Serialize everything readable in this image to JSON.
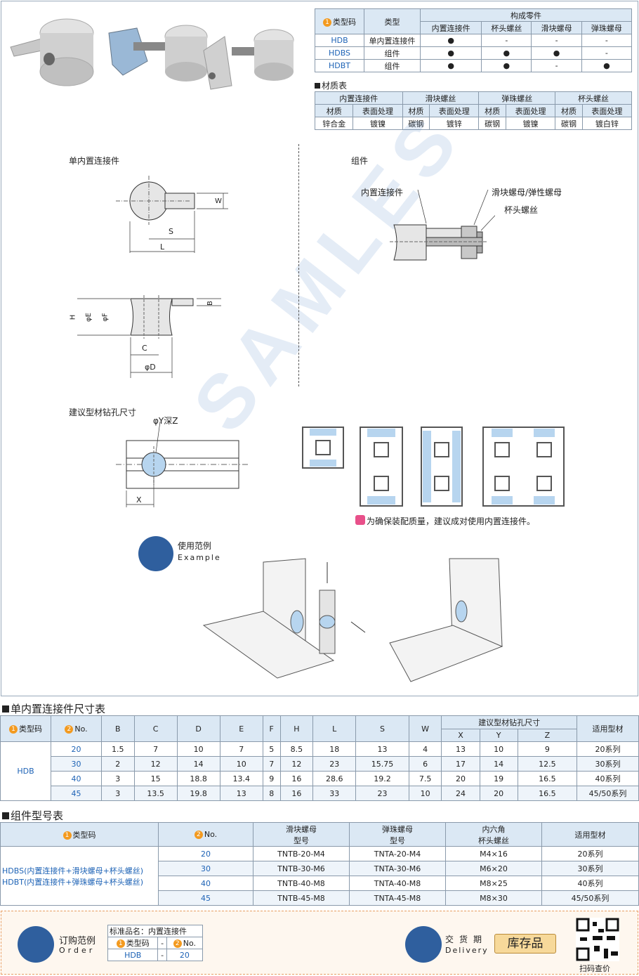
{
  "composition_table": {
    "headers": {
      "type_code": "类型码",
      "type": "类型",
      "components": "构成零件"
    },
    "sub_headers": [
      "内置连接件",
      "杯头螺丝",
      "滑块螺母",
      "弹珠螺母"
    ],
    "rows": [
      {
        "code": "HDB",
        "type": "单内置连接件",
        "cells": [
          "●",
          "-",
          "-",
          "-"
        ]
      },
      {
        "code": "HDBS",
        "type": "组件",
        "cells": [
          "●",
          "●",
          "●",
          "-"
        ]
      },
      {
        "code": "HDBT",
        "type": "组件",
        "cells": [
          "●",
          "●",
          "-",
          "●"
        ]
      }
    ]
  },
  "material_table": {
    "title": "材质表",
    "groups": [
      "内置连接件",
      "滑块螺丝",
      "弹珠螺丝",
      "杯头螺丝"
    ],
    "sub": [
      "材质",
      "表面处理",
      "材质",
      "表面处理",
      "材质",
      "表面处理",
      "材质",
      "表面处理"
    ],
    "values": [
      "锌合金",
      "镀镍",
      "碳钢",
      "镀锌",
      "碳钢",
      "镀镍",
      "碳钢",
      "镀白锌"
    ]
  },
  "drawing_labels": {
    "single": "单内置连接件",
    "assembly": "组件",
    "inner": "内置连接件",
    "nut": "滑块螺母/弹性螺母",
    "screw": "杯头螺丝",
    "drill": "建议型材钻孔尺寸",
    "drill_hole": "φY深Z",
    "W": "W",
    "S": "S",
    "L": "L",
    "B": "B",
    "H": "H",
    "E": "φE",
    "F": "φF",
    "C": "C",
    "D": "φD",
    "X": "X",
    "note": "为确保装配质量，建议成对使用内置连接件。",
    "example": "使用范例",
    "example_en": "Example",
    "watermark": "SAMLES"
  },
  "dimension_table": {
    "title": "单内置连接件尺寸表",
    "type_code_header": "类型码",
    "no_header": "No.",
    "columns": [
      "B",
      "C",
      "D",
      "E",
      "F",
      "H",
      "L",
      "S",
      "W"
    ],
    "drill_header": "建议型材钻孔尺寸",
    "drill_cols": [
      "X",
      "Y",
      "Z"
    ],
    "profile_header": "适用型材",
    "code": "HDB",
    "rows": [
      {
        "no": "20",
        "vals": [
          "1.5",
          "7",
          "10",
          "7",
          "5",
          "8.5",
          "18",
          "13",
          "4"
        ],
        "drill": [
          "13",
          "10",
          "9"
        ],
        "profile": "20系列"
      },
      {
        "no": "30",
        "vals": [
          "2",
          "12",
          "14",
          "10",
          "7",
          "12",
          "23",
          "15.75",
          "6"
        ],
        "drill": [
          "17",
          "14",
          "12.5"
        ],
        "profile": "30系列"
      },
      {
        "no": "40",
        "vals": [
          "3",
          "15",
          "18.8",
          "13.4",
          "9",
          "16",
          "28.6",
          "19.2",
          "7.5"
        ],
        "drill": [
          "20",
          "19",
          "16.5"
        ],
        "profile": "40系列"
      },
      {
        "no": "45",
        "vals": [
          "3",
          "13.5",
          "19.8",
          "13",
          "8",
          "16",
          "33",
          "23",
          "10"
        ],
        "drill": [
          "24",
          "20",
          "16.5"
        ],
        "profile": "45/50系列"
      }
    ]
  },
  "assembly_table": {
    "title": "组件型号表",
    "type_code_header": "类型码",
    "no_header": "No.",
    "h_nut1": "滑块螺母",
    "h_nut2": "型号",
    "h_ball1": "弹珠螺母",
    "h_ball2": "型号",
    "h_screw1": "内六角",
    "h_screw2": "杯头螺丝",
    "h_profile": "适用型材",
    "code_line1": "HDBS(内置连接件+滑块螺母+杯头螺丝)",
    "code_line2": "HDBT(内置连接件+弹珠螺母+杯头螺丝)",
    "rows": [
      {
        "no": "20",
        "nut": "TNTB-20-M4",
        "ball": "TNTA-20-M4",
        "screw": "M4×16",
        "profile": "20系列"
      },
      {
        "no": "30",
        "nut": "TNTB-30-M6",
        "ball": "TNTA-30-M6",
        "screw": "M6×20",
        "profile": "30系列"
      },
      {
        "no": "40",
        "nut": "TNTB-40-M8",
        "ball": "TNTA-40-M8",
        "screw": "M8×25",
        "profile": "40系列"
      },
      {
        "no": "45",
        "nut": "TNTB-45-M8",
        "ball": "TNTA-45-M8",
        "screw": "M8×30",
        "profile": "45/50系列"
      }
    ]
  },
  "footer": {
    "order_cn": "订购范例",
    "order_en": "Order",
    "std_name_label": "标准品名：内置连接件",
    "type_code": "类型码",
    "dash": "-",
    "no": "No.",
    "order_code": "HDB",
    "order_no": "20",
    "delivery_cn": "交货期",
    "delivery_en": "Delivery",
    "stock": "库存品",
    "qr_label": "扫码查价"
  },
  "colors": {
    "accent": "#1e63b6",
    "header_bg": "#dbe8f4",
    "badge": "#f39a1f",
    "stock_bg": "#f7d99a"
  }
}
